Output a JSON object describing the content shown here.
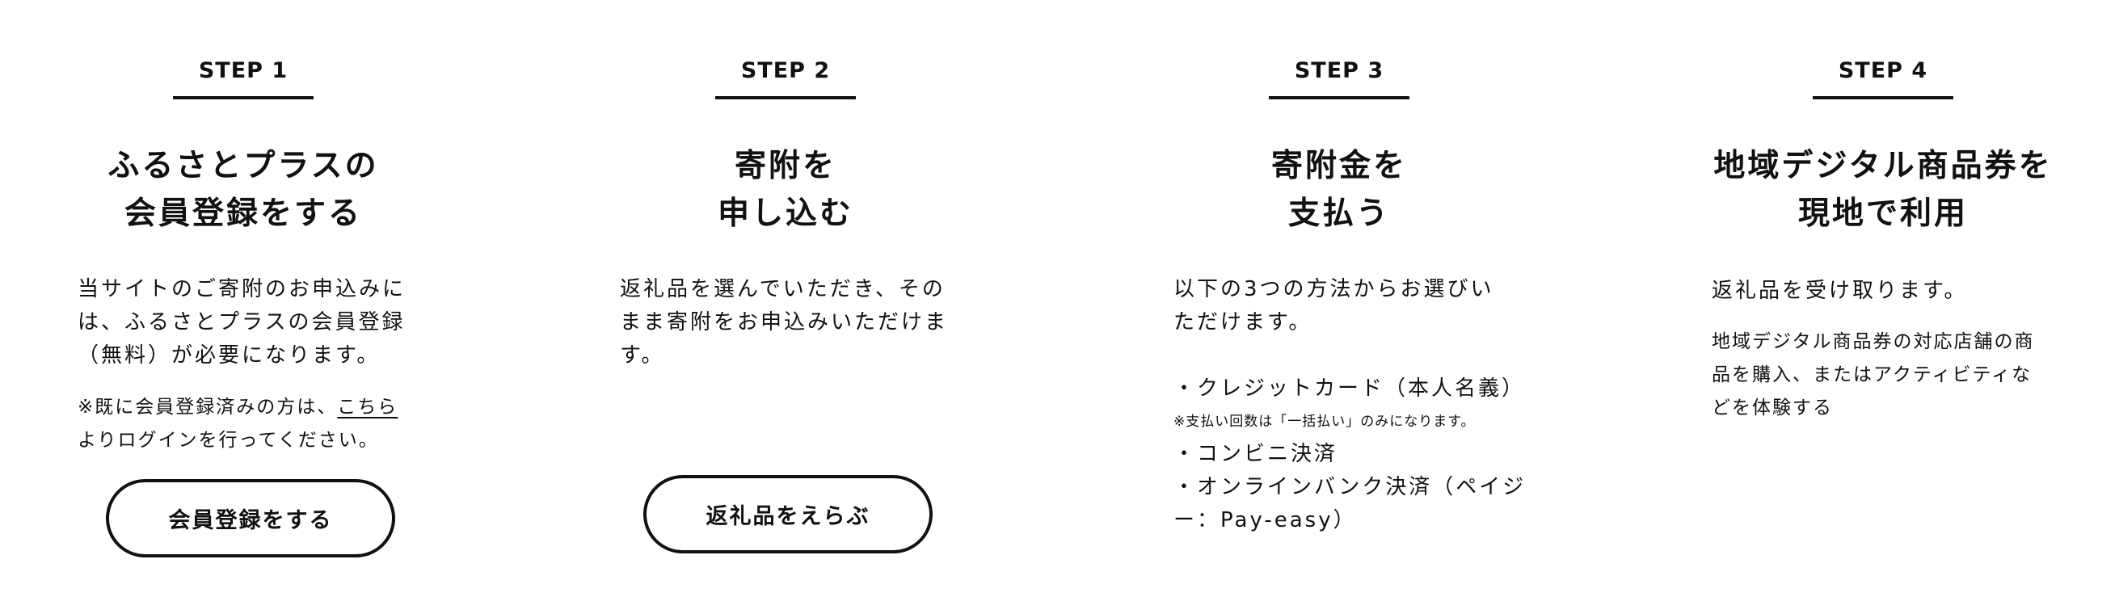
{
  "steps": [
    {
      "step": "STEP 1",
      "title": [
        "ふるさとプラスの",
        "会員登録をする"
      ],
      "body": [
        "当サイトのご寄附のお申込みに",
        "は、ふるさとプラスの会員登録",
        "（無料）が必要になります。"
      ],
      "note_prefix": "※既に会員登録済みの方は、",
      "note_link": "こちら",
      "note_suffix": "よりログインを行ってください。",
      "button": "会員登録をする"
    },
    {
      "step": "STEP 2",
      "title": [
        "寄附を",
        "申し込む"
      ],
      "body": [
        "返礼品を選んでいただき、その",
        "まま寄附をお申込みいただけま",
        "す。"
      ],
      "button": "返礼品をえらぶ"
    },
    {
      "step": "STEP 3",
      "title": [
        "寄附金を",
        "支払う"
      ],
      "body": [
        "以下の3つの方法からお選びい",
        "ただけます。"
      ],
      "methods": {
        "credit": "・クレジットカード（本人名義）",
        "credit_note": "※支払い回数は「一括払い」のみになります。",
        "convenience": "・コンビニ決済",
        "online_1": "・オンラインバンク決済（ペイジ",
        "online_2": "ー：Pay-easy）"
      }
    },
    {
      "step": "STEP 4",
      "title": [
        "地域デジタル商品券を",
        "現地で利用"
      ],
      "body": [
        "返礼品を受け取ります。"
      ],
      "detail": [
        "地域デジタル商品券の対応店舗の商",
        "品を購入、またはアクティビティな",
        "どを体験する"
      ]
    }
  ]
}
